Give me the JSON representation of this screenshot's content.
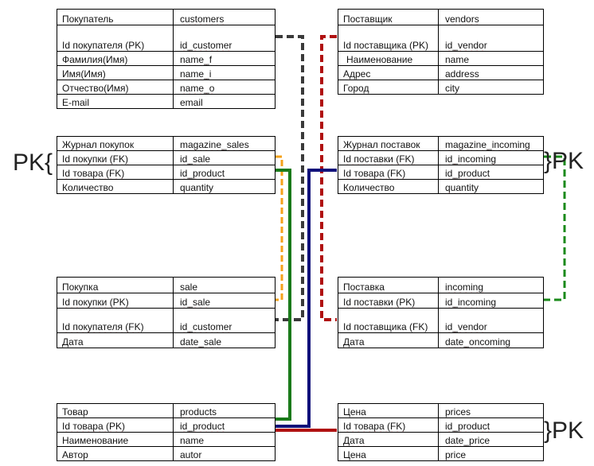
{
  "pk_labels": {
    "left": "PK{",
    "right_incoming": "}PK",
    "right_prices": "}PK"
  },
  "tables": {
    "customers": {
      "rows": [
        [
          "Покупатель",
          "customers"
        ],
        [
          "Id покупателя (PK)",
          "id_customer"
        ],
        [
          "Фамилия(Имя)",
          "name_f"
        ],
        [
          "Имя(Имя)",
          "name_i"
        ],
        [
          "Отчество(Имя)",
          "name_o"
        ],
        [
          "E-mail",
          "email"
        ]
      ]
    },
    "vendors": {
      "rows": [
        [
          "Поставщик",
          "vendors"
        ],
        [
          "Id поставщика (PK)",
          "id_vendor"
        ],
        [
          "Наименование",
          "name"
        ],
        [
          "Адрес",
          "address"
        ],
        [
          "Город",
          "city"
        ]
      ]
    },
    "magazine_sales": {
      "rows": [
        [
          "Журнал покупок",
          "magazine_sales"
        ],
        [
          "Id покупки (FK)",
          "id_sale"
        ],
        [
          "Id товара (FK)",
          "id_product"
        ],
        [
          "Количество",
          "quantity"
        ]
      ]
    },
    "magazine_incoming": {
      "rows": [
        [
          "Журнал поставок",
          "magazine_incoming"
        ],
        [
          "Id поставки (FK)",
          "id_incoming"
        ],
        [
          "Id товара (FK)",
          "id_product"
        ],
        [
          "Количество",
          "quantity"
        ]
      ]
    },
    "sale": {
      "rows": [
        [
          "Покупка",
          "sale"
        ],
        [
          "Id покупки (PK)",
          "id_sale"
        ],
        [
          "Id покупателя (FK)",
          "id_customer"
        ],
        [
          "Дата",
          "date_sale"
        ]
      ]
    },
    "incoming": {
      "rows": [
        [
          "Поставка",
          "incoming"
        ],
        [
          "Id поставки (PK)",
          "id_incoming"
        ],
        [
          "Id поставщика (FK)",
          "id_vendor"
        ],
        [
          "Дата",
          "date_oncoming"
        ]
      ]
    },
    "products": {
      "rows": [
        [
          "Товар",
          "products"
        ],
        [
          "Id товара (PK)",
          "id_product"
        ],
        [
          "Наименование",
          "name"
        ],
        [
          "Автор",
          "autor"
        ]
      ]
    },
    "prices": {
      "rows": [
        [
          "Цена",
          "prices"
        ],
        [
          "Id товара (FK)",
          "id_product"
        ],
        [
          "Дата",
          "date_price"
        ],
        [
          "Цена",
          "price"
        ]
      ]
    }
  },
  "connector_colors": {
    "customer_link": "#3a3a3a",
    "vendor_link": "#b01010",
    "sale_link": "#f5a11a",
    "product_sales_link": "#1a7a1a",
    "product_incoming_link": "#10107a",
    "price_link": "#b01010",
    "incoming_link": "#1a8a1a"
  }
}
